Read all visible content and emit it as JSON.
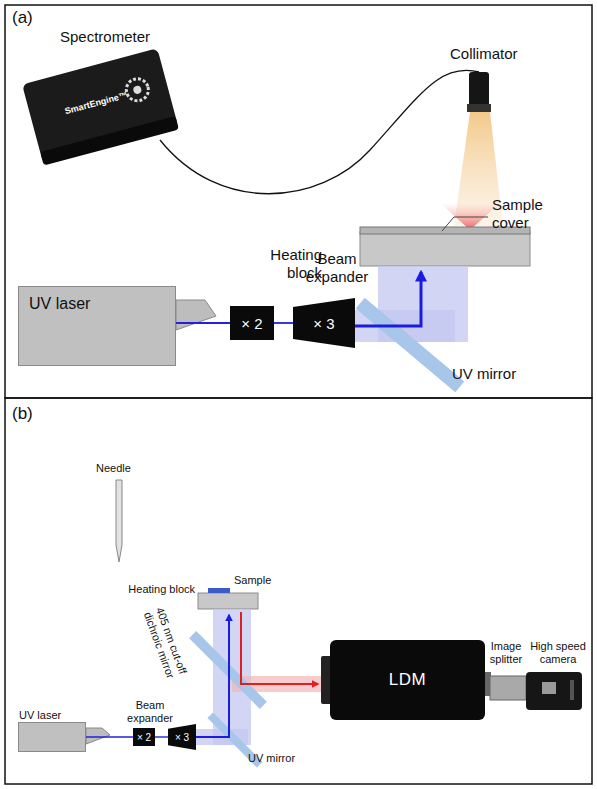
{
  "diagram": {
    "nodes": [
      {
        "text": [
          "UV laser"
        ]
      },
      {
        "text": [
          "× 2"
        ]
      },
      {
        "text": [
          "× 3"
        ]
      },
      {
        "text": [
          "UV laser"
        ]
      },
      {
        "text": [
          "× 2"
        ]
      },
      {
        "text": [
          "× 3"
        ]
      },
      {
        "text": [
          "LDM"
        ]
      }
    ],
    "edges": [
      {
        "from": 0,
        "to": 1,
        "arrow": "none"
      },
      {
        "from": 1,
        "to": 2,
        "arrow": "none"
      },
      {
        "from": 3,
        "to": 4,
        "arrow": "none"
      },
      {
        "from": 4,
        "to": 5,
        "arrow": "none"
      }
    ],
    "labels": [
      "(a)",
      "Spectrometer",
      "Collimator",
      "Sample cover",
      "Heating block",
      "Beam expander",
      "UV mirror",
      "(b)",
      "Needle",
      "Sample",
      "Heating block",
      "405 nm cut-off dichroic mirror",
      "Image splitter",
      "High speed camera",
      "Beam expander",
      "UV mirror",
      "SmartEngine™"
    ]
  }
}
